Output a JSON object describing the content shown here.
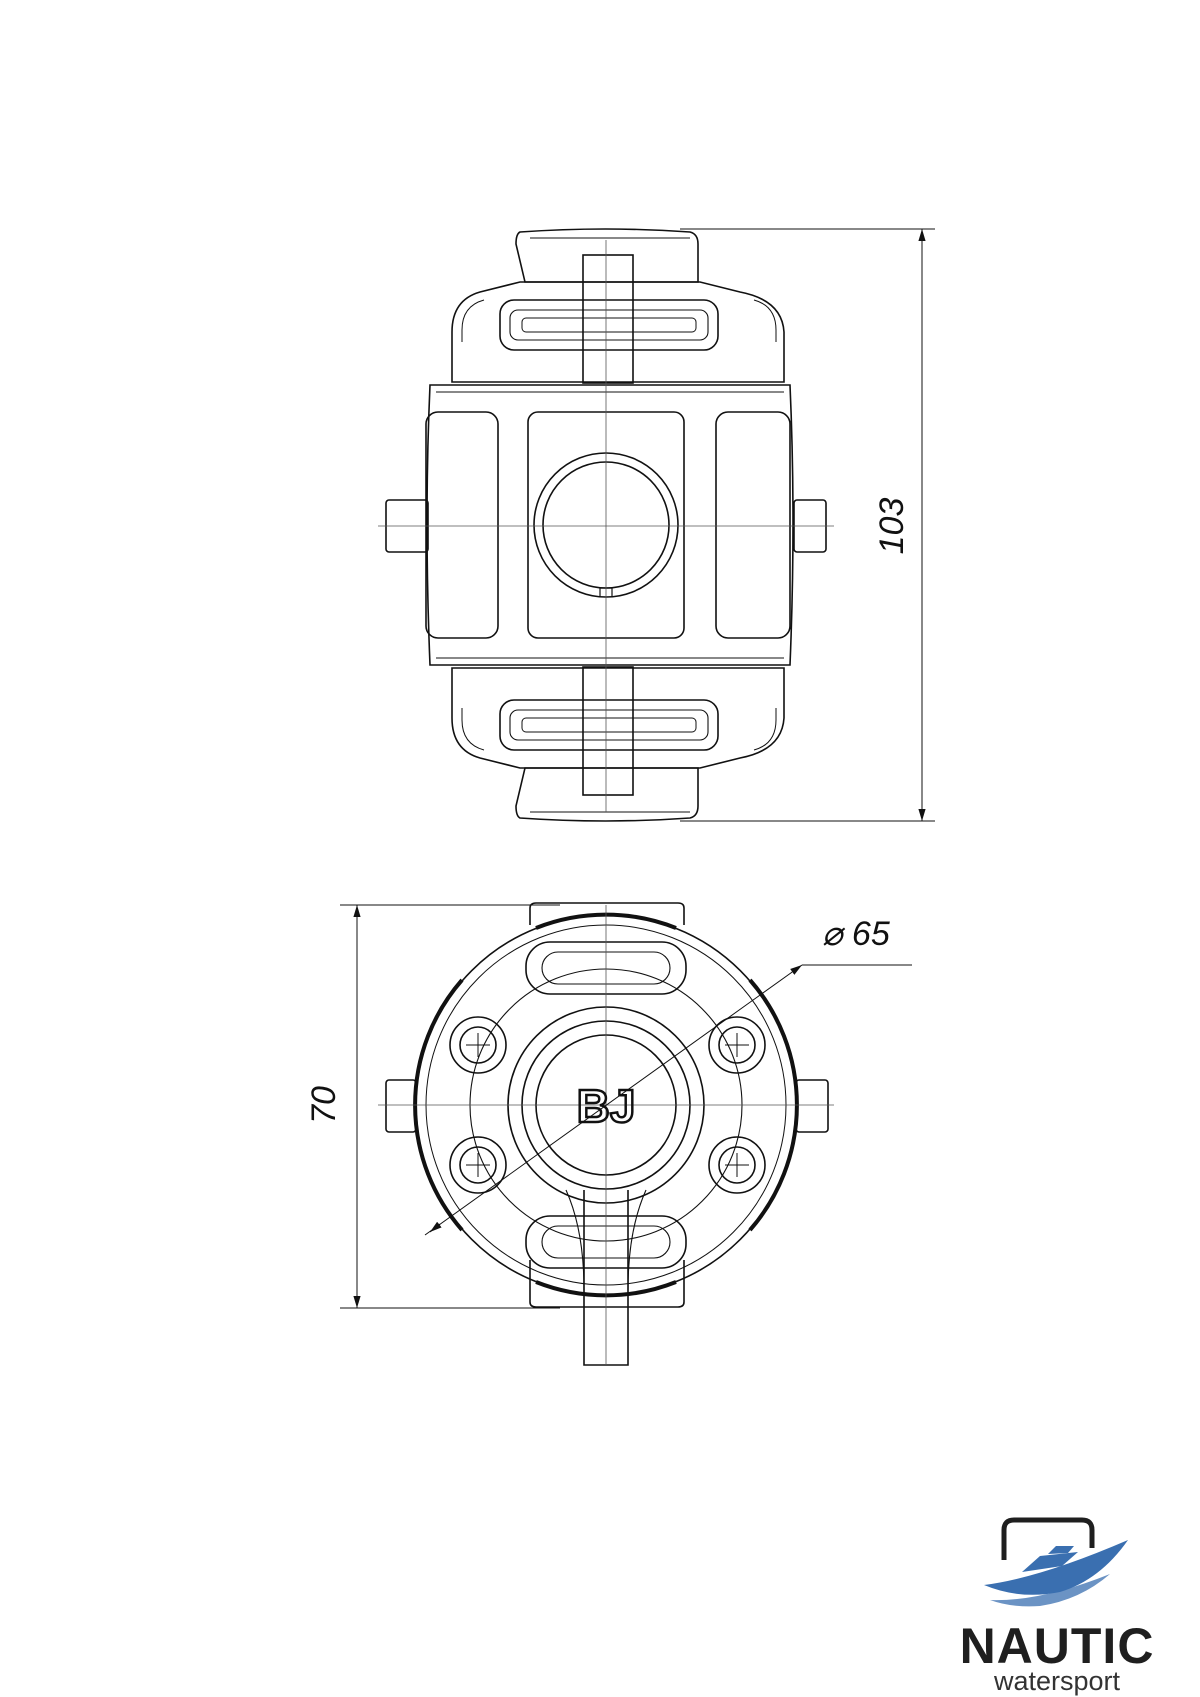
{
  "dimensions": {
    "height_top_view": "103",
    "height_front_view": "70",
    "diameter": "⌀ 65"
  },
  "logo_mark": "BJ",
  "brand": {
    "name": "NAUTIC",
    "tagline": "watersport",
    "icon": "boat-icon",
    "accent_color": "#3a6fb0",
    "text_color": "#1f1f1f"
  }
}
